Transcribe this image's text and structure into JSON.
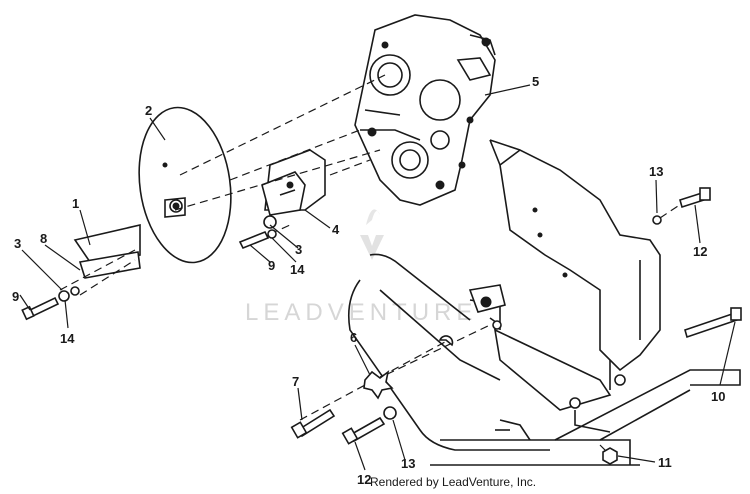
{
  "watermark": "LEADVENTURE",
  "credit": "Rendered by LeadVenture, Inc.",
  "callouts": {
    "c1": "1",
    "c2": "2",
    "c3a": "3",
    "c3b": "3",
    "c4": "4",
    "c5": "5",
    "c6": "6",
    "c7": "7",
    "c8": "8",
    "c9a": "9",
    "c9b": "9",
    "c10": "10",
    "c11": "11",
    "c12a": "12",
    "c12b": "12",
    "c13a": "13",
    "c13b": "13",
    "c14a": "14",
    "c14b": "14"
  }
}
